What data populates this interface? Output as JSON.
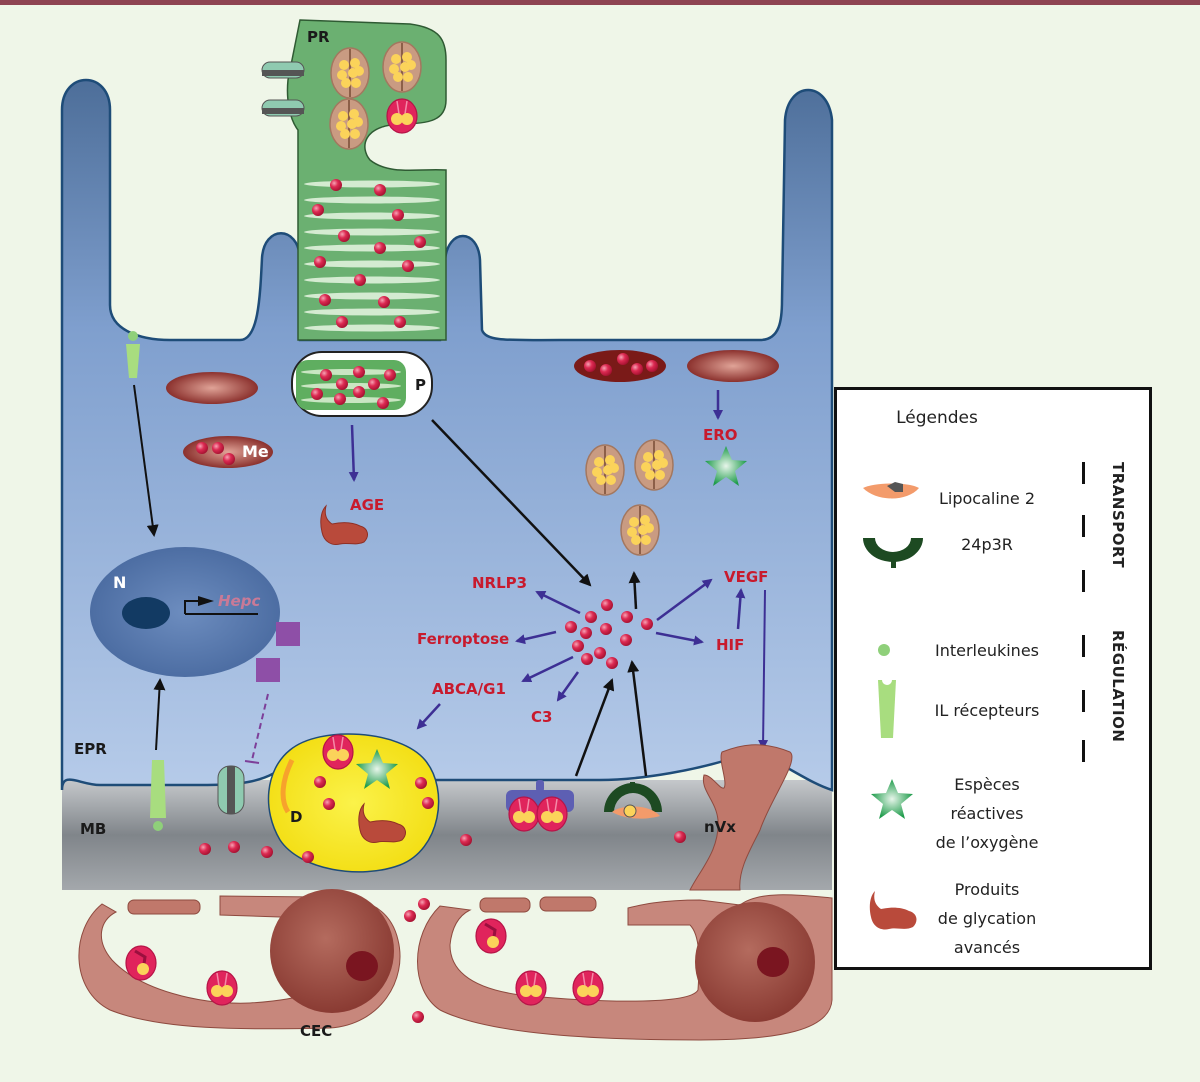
{
  "colors": {
    "background": "#eff6e8",
    "top_bar": "#8e4452",
    "epr_cell": "#8aa9d6",
    "photoreceptor": "#6bb071",
    "membrane": "#8e9297",
    "drusen": "#f4e61e",
    "endothelial": "#c7877c",
    "iron": "#d8234c",
    "label_red": "#c81a2d",
    "arrow_purple": "#3d2f94",
    "arrow_black": "#111111"
  },
  "labels": {
    "photoreceptor": "PR",
    "phagosome": "P",
    "melanosome": "Me",
    "nucleus": "N",
    "hepcidin_gene": "Hepc",
    "rpe": "EPR",
    "bruch_membrane": "MB",
    "drusen": "D",
    "neovessel": "nVx",
    "choroid_endothelial": "CEC"
  },
  "pathways": {
    "age": "AGE",
    "ros": "ERO",
    "nlrp3": "NRLP3",
    "ferroptosis": "Ferroptose",
    "abca": "ABCA/G1",
    "c3": "C3",
    "vegf": "VEGF",
    "hif": "HIF"
  },
  "legend": {
    "title": "Légendes",
    "items": [
      {
        "icon": "lipocalin-2-icon",
        "label": "Lipocaline 2"
      },
      {
        "icon": "24p3r-receptor-icon",
        "label": "24p3R"
      },
      {
        "icon": "interleukin-icon",
        "label": "Interleukines"
      },
      {
        "icon": "il-receptor-icon",
        "label": "IL récepteurs"
      },
      {
        "icon": "ros-star-icon",
        "label": "Espèces réactives de l’oxygène"
      },
      {
        "icon": "age-icon",
        "label": "Produits de glycation avancés"
      }
    ],
    "categories": {
      "transport": "TRANSPORT",
      "regulation": "RÉGULATION"
    },
    "ros_lines": [
      "Espèces",
      "réactives",
      "de l’oxygène"
    ],
    "age_lines": [
      "Produits",
      "de glycation",
      "avancés"
    ]
  }
}
